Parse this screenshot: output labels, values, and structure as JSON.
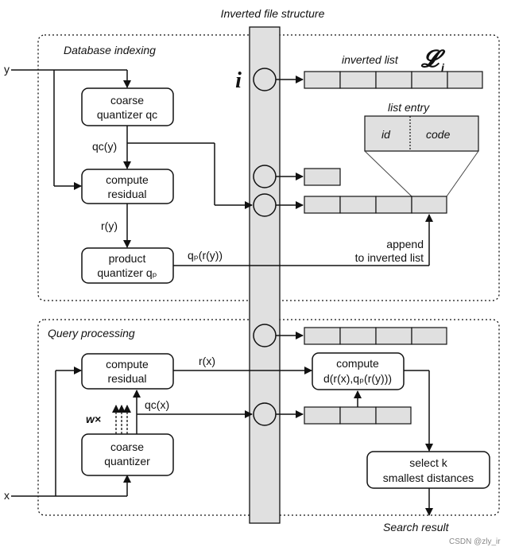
{
  "title": "Inverted file structure",
  "sections": {
    "indexing": "Database indexing",
    "query": "Query processing"
  },
  "inputs": {
    "y": "y",
    "x": "x"
  },
  "boxes": {
    "coarse_q": [
      "coarse",
      "quantizer qᴄ"
    ],
    "residual_top": [
      "compute",
      "residual"
    ],
    "product_q": [
      "product",
      "quantizer qₚ"
    ],
    "residual_bottom": [
      "compute",
      "residual"
    ],
    "coarse_q2": [
      "coarse",
      "quantizer"
    ],
    "compute_d": [
      "compute",
      "d(r(x),qₚ(r(y)))"
    ],
    "select_k": [
      "select k",
      "smallest distances"
    ]
  },
  "edge_labels": {
    "qc_y": "qᴄ(y)",
    "r_y": "r(y)",
    "qp_ry": "qₚ(r(y))",
    "append": [
      "append",
      "to inverted list"
    ],
    "r_x": "r(x)",
    "qc_x": "qᴄ(x)",
    "w_times": "w×"
  },
  "inverted_list_label": "inverted list",
  "inverted_list_symbol": "𝓛",
  "inverted_list_sub": "i",
  "index_i": "i",
  "list_entry": {
    "title": "list entry",
    "id": "id",
    "code": "code"
  },
  "search_result": "Search result",
  "watermark": "CSDN @zly_ir",
  "colors": {
    "cell_fill": "#e0e0e0",
    "bar_fill": "#e0e0e0",
    "stroke": "#111111"
  }
}
